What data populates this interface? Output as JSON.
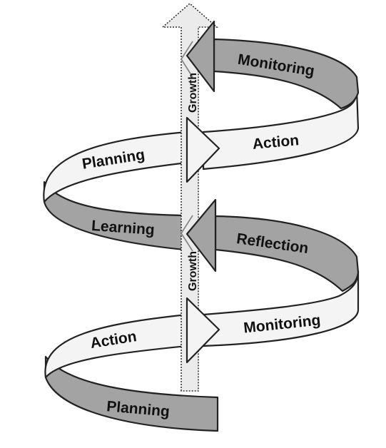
{
  "diagram": {
    "growth_labels": [
      "Growth",
      "Growth"
    ],
    "upper_loop": {
      "front_left": "Planning",
      "front_right": "Action",
      "back_top": "Monitoring"
    },
    "middle_loop": {
      "back_left": "Learning",
      "back_right": "Reflection"
    },
    "lower_loop": {
      "front_left": "Action",
      "front_right": "Monitoring",
      "back_bottom": "Planning"
    }
  },
  "colors": {
    "front_band": "#f4f4f4",
    "back_band": "#a3a3a3",
    "growth_bar": "#ebebeb",
    "outline": "#222222"
  }
}
